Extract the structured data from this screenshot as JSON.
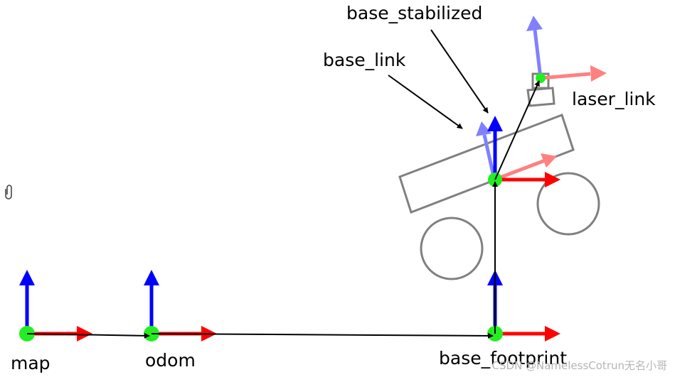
{
  "labels": {
    "map": "map",
    "odom": "odom",
    "base_footprint": "base_footprint",
    "base_stabilized": "base_stabilized",
    "base_link": "base_link",
    "laser_link": "laser_link"
  },
  "watermark": "CSDN @NamelessCotrun无名小哥",
  "colors": {
    "x_axis": "#ff0000",
    "y_axis": "#0000ff",
    "origin": "#22ee22",
    "robot_outline": "#808080",
    "edge": "#000000"
  },
  "icons": {
    "left_edge_glyph": "paperclip-icon"
  }
}
